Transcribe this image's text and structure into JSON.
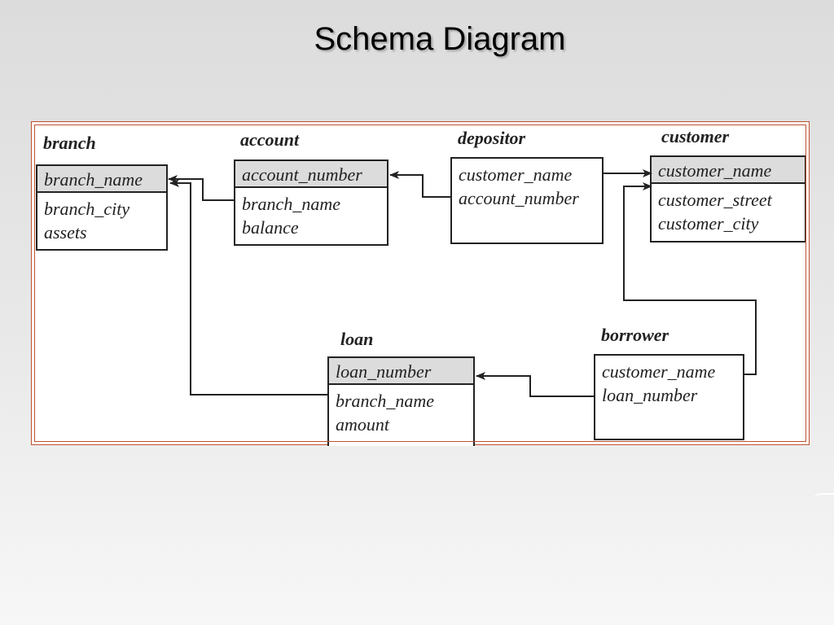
{
  "slide": {
    "title": "Schema Diagram"
  },
  "diagram": {
    "relations": {
      "branch": {
        "name": "branch",
        "key_attributes": [
          "branch_name"
        ],
        "attributes": [
          "branch_city",
          "assets"
        ]
      },
      "account": {
        "name": "account",
        "key_attributes": [
          "account_number"
        ],
        "attributes": [
          "branch_name",
          "balance"
        ]
      },
      "depositor": {
        "name": "depositor",
        "key_attributes": [],
        "attributes": [
          "customer_name",
          "account_number"
        ]
      },
      "customer": {
        "name": "customer",
        "key_attributes": [
          "customer_name"
        ],
        "attributes": [
          "customer_street",
          "customer_city"
        ]
      },
      "loan": {
        "name": "loan",
        "key_attributes": [
          "loan_number"
        ],
        "attributes": [
          "branch_name",
          "amount"
        ]
      },
      "borrower": {
        "name": "borrower",
        "key_attributes": [],
        "attributes": [
          "customer_name",
          "loan_number"
        ]
      }
    },
    "foreign_keys": [
      {
        "from": "account.branch_name",
        "to": "branch.branch_name"
      },
      {
        "from": "loan.branch_name",
        "to": "branch.branch_name"
      },
      {
        "from": "depositor.account_number",
        "to": "account.account_number"
      },
      {
        "from": "depositor.customer_name",
        "to": "customer.customer_name"
      },
      {
        "from": "borrower.customer_name",
        "to": "customer.customer_name"
      },
      {
        "from": "borrower.loan_number",
        "to": "loan.loan_number"
      }
    ],
    "colors": {
      "frame": "#c0502f",
      "key_fill": "#dcdcdc",
      "line": "#222222"
    }
  }
}
